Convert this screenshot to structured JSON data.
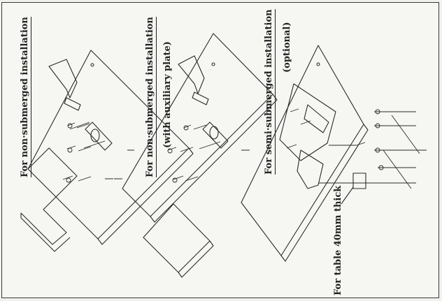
{
  "labels": {
    "non_submerged": "For non·submerged installation",
    "non_submerged_aux_line1": "For non·submerged installation",
    "non_submerged_aux_line2": "(with auxiliary plate)",
    "semi_submerged_line1": "For semi·submerged installation",
    "semi_submerged_line2": "(optional)",
    "table_thickness": "For table 40mm thick"
  },
  "colors": {
    "line": "#2a2a2a",
    "paper": "#f6f6f3",
    "border": "#3a3a3a"
  }
}
